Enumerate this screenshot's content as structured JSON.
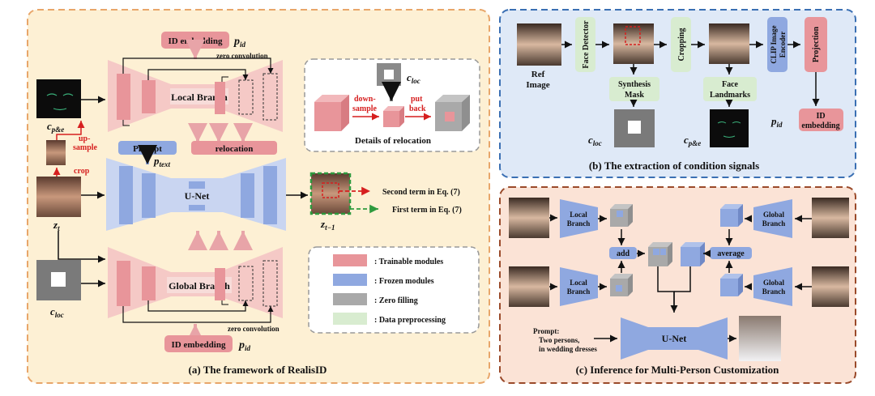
{
  "panel_a": {
    "caption": "(a) The framework of RealisID",
    "id_embedding_top": "ID embedding",
    "id_embedding_bottom": "ID embedding",
    "p_id_top": "pid",
    "p_id_bottom": "pid",
    "zero_conv_top": "zero convolution",
    "zero_conv_bottom": "zero convolution",
    "local_branch": "Local Branch",
    "global_branch": "Global Branch",
    "unet": "U-Net",
    "prompt": "Prompt",
    "p_text": "ptext",
    "relocation": "relocation",
    "c_pe": "cp&e",
    "upsample": "up-sample",
    "crop": "crop",
    "z_t": "zt",
    "c_loc": "cloc",
    "z_t_minus_1": "zt−1",
    "second_term": "Second term in Eq. (7)",
    "first_term": "First term in Eq. (7)",
    "reloc_details": {
      "c_loc": "cloc",
      "downsample": "down-sample",
      "putback": "put back",
      "caption": "Details of relocation"
    },
    "legend": [
      {
        "label": ": Trainable modules",
        "color": "#e8959a"
      },
      {
        "label": ": Frozen modules",
        "color": "#8fa8e0"
      },
      {
        "label": ": Zero filling",
        "color": "#a9a9a9"
      },
      {
        "label": ": Data preprocessing",
        "color": "#d8ecd0"
      }
    ]
  },
  "panel_b": {
    "caption": "(b) The extraction of condition signals",
    "ref_image": "Ref Image",
    "face_detector": "Face Detector",
    "cropping": "Cropping",
    "clip": "CLIP Image Encoder",
    "projection": "Projection",
    "synthesis_mask": "Synthesis Mask",
    "face_landmarks": "Face Landmarks",
    "c_loc": "cloc",
    "c_pe": "cp&e",
    "p_id": "pid",
    "id_embedding": "ID embedding"
  },
  "panel_c": {
    "caption": "(c) Inference for Multi-Person Customization",
    "local_branch_1": "Local Branch",
    "local_branch_2": "Local Branch",
    "global_branch_1": "Global Branch",
    "global_branch_2": "Global Branch",
    "add": "add",
    "average": "average",
    "unet": "U-Net",
    "prompt": "Prompt: Two persons, in wedding dresses"
  },
  "colors": {
    "trainable": "#e8959a",
    "frozen": "#8fa8e0",
    "zero": "#a9a9a9",
    "preprocess": "#d8ecd0",
    "panel_a_bg": "#fdf0d4",
    "panel_b_bg": "#dfe9f7",
    "panel_c_bg": "#fbe3d6",
    "arrow_red": "#d61f1f",
    "arrow_green": "#2e9a3e"
  }
}
